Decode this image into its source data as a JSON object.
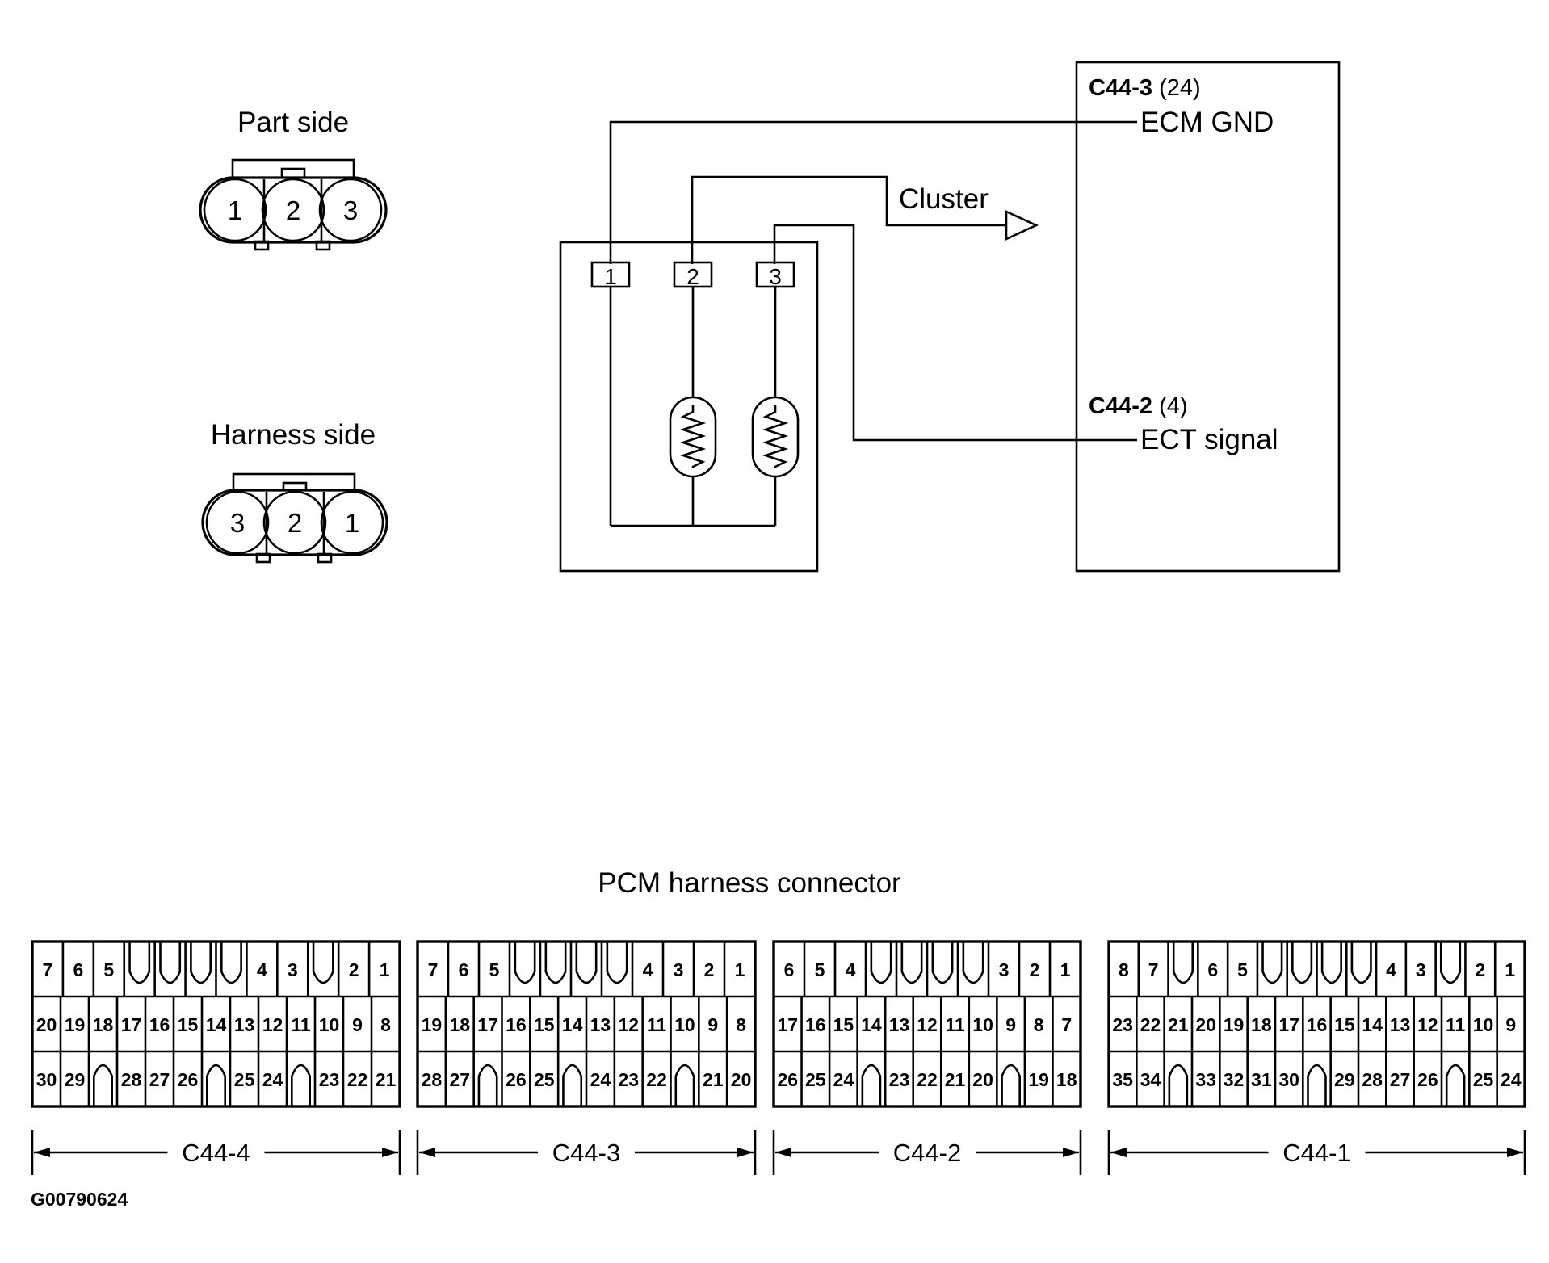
{
  "figure_id": "G00790624",
  "sensor_connectors": {
    "part_side": {
      "title": "Part side",
      "pins": [
        "1",
        "2",
        "3"
      ]
    },
    "harness_side": {
      "title": "Harness side",
      "pins": [
        "3",
        "2",
        "1"
      ]
    }
  },
  "circuit": {
    "sensor_pins": [
      "1",
      "2",
      "3"
    ],
    "cluster_label": "Cluster",
    "ecm_gnd": {
      "connector": "C44-3",
      "pin": "(24)",
      "signal": "ECM GND"
    },
    "ect_signal": {
      "connector": "C44-2",
      "pin": "(4)",
      "signal": "ECT signal"
    }
  },
  "pcm_harness": {
    "title": "PCM harness connector",
    "blocks": [
      {
        "name": "C44-4",
        "row1": [
          "7",
          "6",
          "5",
          "",
          "",
          "",
          "",
          "4",
          "3",
          "",
          "2",
          "1"
        ],
        "row2": [
          "20",
          "19",
          "18",
          "17",
          "16",
          "15",
          "14",
          "13",
          "12",
          "11",
          "10",
          "9",
          "8"
        ],
        "row3": [
          "30",
          "29",
          "",
          "28",
          "27",
          "26",
          "",
          "25",
          "24",
          "",
          "23",
          "22",
          "21"
        ]
      },
      {
        "name": "C44-3",
        "row1": [
          "7",
          "6",
          "5",
          "",
          "",
          "",
          "",
          "4",
          "3",
          "2",
          "1"
        ],
        "row2": [
          "19",
          "18",
          "17",
          "16",
          "15",
          "14",
          "13",
          "12",
          "11",
          "10",
          "9",
          "8"
        ],
        "row3": [
          "28",
          "27",
          "",
          "26",
          "25",
          "",
          "24",
          "23",
          "22",
          "",
          "21",
          "20"
        ]
      },
      {
        "name": "C44-2",
        "row1": [
          "6",
          "5",
          "4",
          "",
          "",
          "",
          "",
          "3",
          "2",
          "1"
        ],
        "row2": [
          "17",
          "16",
          "15",
          "14",
          "13",
          "12",
          "11",
          "10",
          "9",
          "8",
          "7"
        ],
        "row3": [
          "26",
          "25",
          "24",
          "",
          "23",
          "22",
          "21",
          "20",
          "",
          "19",
          "18"
        ]
      },
      {
        "name": "C44-1",
        "row1": [
          "8",
          "7",
          "",
          "6",
          "5",
          "",
          "",
          "",
          "",
          "4",
          "3",
          "",
          "2",
          "1"
        ],
        "row2": [
          "23",
          "22",
          "21",
          "20",
          "19",
          "18",
          "17",
          "16",
          "15",
          "14",
          "13",
          "12",
          "11",
          "10",
          "9"
        ],
        "row3": [
          "35",
          "34",
          "",
          "33",
          "32",
          "31",
          "30",
          "",
          "29",
          "28",
          "27",
          "26",
          "",
          "25",
          "24"
        ]
      }
    ]
  }
}
